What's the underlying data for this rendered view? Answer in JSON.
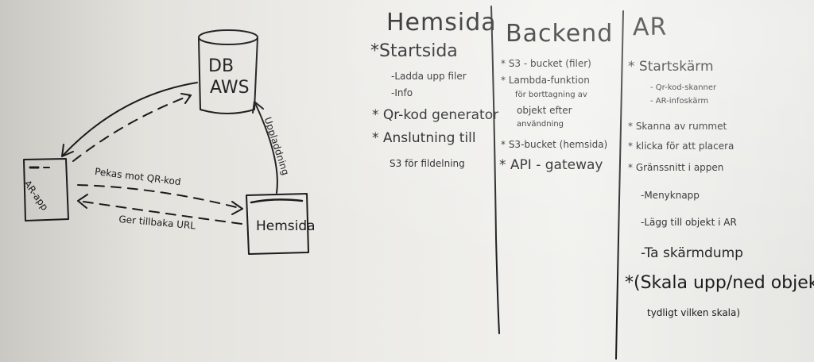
{
  "colors": {
    "board": "#ecebe7",
    "ink": "#1b1b1d"
  },
  "diagram": {
    "db_line1": "DB",
    "db_line2": "AWS",
    "ar_app": "AR-app",
    "hemsida": "Hemsida",
    "pekas_mot": "Pekas mot QR-kod",
    "ger_tillbaka": "Ger tillbaka URL",
    "uppladdning": "Uppladdning"
  },
  "columns": {
    "hemsida": {
      "title": "Hemsida",
      "items": [
        "*Startsida",
        "-Ladda upp filer",
        "-Info",
        "* Qr-kod generator",
        "* Anslutning till",
        "S3 för fildelning"
      ]
    },
    "backend": {
      "title": "Backend",
      "items": [
        "* S3 - bucket (filer)",
        "* Lambda-funktion",
        "för borttagning av",
        "objekt efter",
        "användning",
        "* S3-bucket (hemsida)",
        "* API - gateway"
      ]
    },
    "ar": {
      "title": "AR",
      "items": [
        "* Startskärm",
        "- Qr-kod-skanner",
        "- AR-infoskärm",
        "* Skanna av rummet",
        "* klicka för att placera",
        "* Gränssnitt i appen",
        "-Menyknapp",
        "-Lägg till objekt i AR",
        "-Ta skärmdump",
        "*(Skala upp/ned objekt",
        "tydligt vilken skala)"
      ]
    }
  }
}
